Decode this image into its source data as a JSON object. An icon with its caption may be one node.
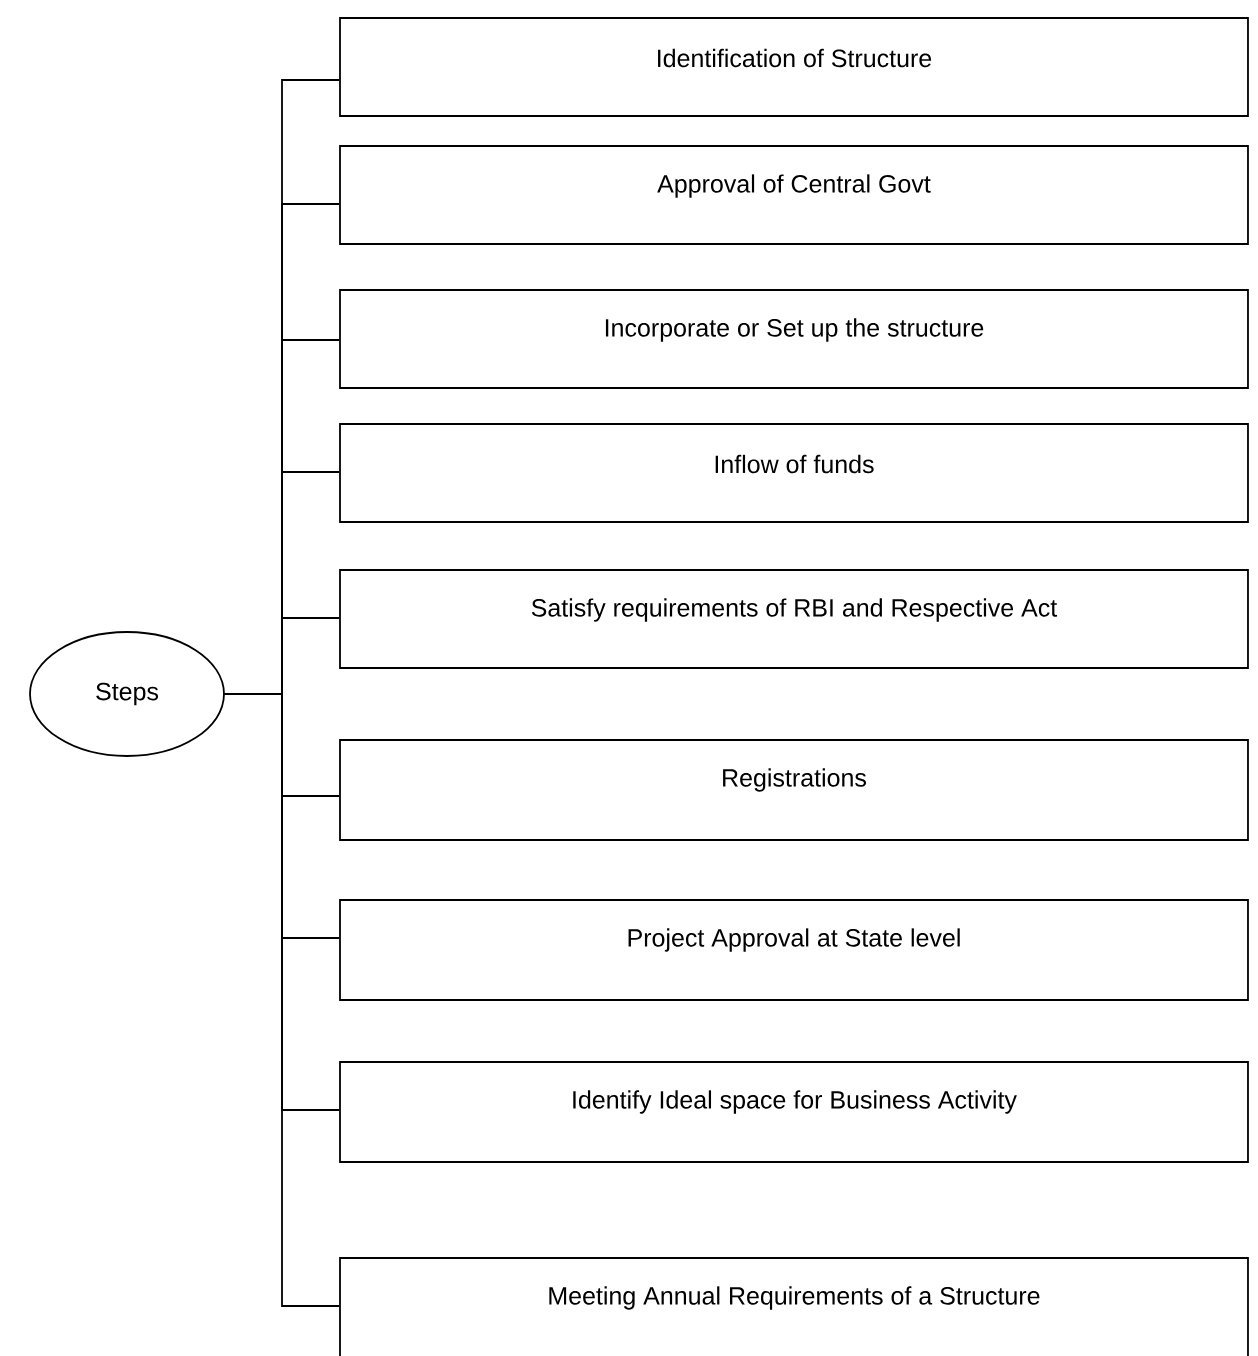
{
  "diagram": {
    "nodes": [
      {
        "text": [
          "Steps"
        ]
      },
      {
        "text": [
          "Identification of Structure"
        ]
      },
      {
        "text": [
          "Approval of Central Govt"
        ]
      },
      {
        "text": [
          "Incorporate or Set up the structure"
        ]
      },
      {
        "text": [
          "Inflow of funds"
        ]
      },
      {
        "text": [
          "Satisfy requirements of RBI and Respective Act"
        ]
      },
      {
        "text": [
          "Registrations"
        ]
      },
      {
        "text": [
          "Project Approval at State level"
        ]
      },
      {
        "text": [
          "Identify Ideal space for Business Activity"
        ]
      },
      {
        "text": [
          "Meeting Annual Requirements of a Structure"
        ]
      }
    ],
    "edges": [
      {
        "from": 0,
        "to": 1,
        "arrow": "none"
      },
      {
        "from": 0,
        "to": 2,
        "arrow": "none"
      },
      {
        "from": 0,
        "to": 3,
        "arrow": "none"
      },
      {
        "from": 0,
        "to": 4,
        "arrow": "none"
      },
      {
        "from": 0,
        "to": 5,
        "arrow": "none"
      },
      {
        "from": 0,
        "to": 6,
        "arrow": "none"
      },
      {
        "from": 0,
        "to": 7,
        "arrow": "none"
      },
      {
        "from": 0,
        "to": 8,
        "arrow": "none"
      },
      {
        "from": 0,
        "to": 9,
        "arrow": "none"
      }
    ]
  }
}
